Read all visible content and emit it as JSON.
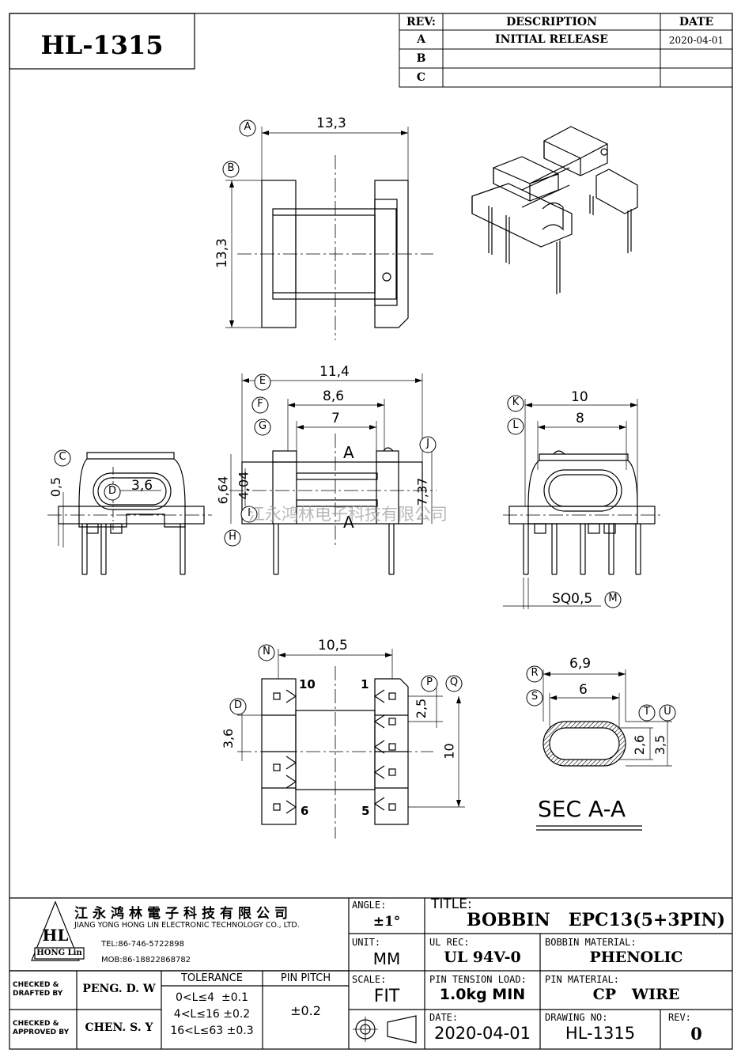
{
  "part_number": "HL-1315",
  "revision_table": {
    "headers": {
      "rev": "REV:",
      "description": "DESCRIPTION",
      "date": "DATE"
    },
    "rows": [
      {
        "rev": "A",
        "description": "INITIAL RELEASE",
        "date": "2020-04-01"
      },
      {
        "rev": "B",
        "description": "",
        "date": ""
      },
      {
        "rev": "C",
        "description": "",
        "date": ""
      }
    ]
  },
  "dimensions": {
    "top_width": "13,3",
    "top_height": "13,3",
    "front_e": "11,4",
    "front_f": "8,6",
    "front_g": "7",
    "front_h1": "6,64",
    "front_h2": "4,04",
    "front_h3": "7,37",
    "side_k": "10",
    "side_l": "8",
    "side_pin": "SQ0,5",
    "left_c": "0,5",
    "left_d": "3,6",
    "bottom_n": "10,5",
    "bottom_d": "3,6",
    "bottom_p": "2,5",
    "bottom_h": "10",
    "sec_r": "6,9",
    "sec_s": "6",
    "sec_t": "2,6",
    "sec_u": "3,5"
  },
  "callouts": [
    "A",
    "B",
    "C",
    "D",
    "E",
    "F",
    "G",
    "H",
    "I",
    "J",
    "K",
    "L",
    "M",
    "N",
    "P",
    "Q",
    "R",
    "S",
    "T",
    "U"
  ],
  "section_letter": "A",
  "section_title": "SEC A-A",
  "pin_numbers": {
    "top_left": "10",
    "top_right": "1",
    "bottom_left": "6",
    "bottom_right": "5"
  },
  "watermark": "江永鸿林电子科技有限公司",
  "title_block": {
    "company_cn": "江永鸿林電子科技有限公司",
    "company_en": "JIANG YONG HONG LIN ELECTRONIC TECHNOLOGY CO., LTD.",
    "logo_text": "HL",
    "logo_sub": "HONG Lin",
    "tel": "TEL:86-746-5722898",
    "mob": "MOB:86-18822868782",
    "angle_label": "ANGLE:",
    "angle_value": "±1°",
    "unit_label": "UNIT:",
    "unit_value": "MM",
    "scale_label": "SCALE:",
    "scale_value": "FIT",
    "title_label": "TITLE:",
    "title_value": "BOBBIN   EPC13(5+3PIN)",
    "ul_label": "UL REC:",
    "ul_value": "UL 94V-0",
    "bobbin_mat_label": "BOBBIN MATERIAL:",
    "bobbin_mat_value": "PHENOLIC",
    "tension_label": "PIN TENSION LOAD:",
    "tension_value": "1.0kg MIN",
    "pin_mat_label": "PIN MATERIAL:",
    "pin_mat_value": "CP   WIRE",
    "date_label": "DATE:",
    "date_value": "2020-04-01",
    "drawing_no_label": "DRAWING NO:",
    "drawing_no_value": "HL-1315",
    "rev_label": "REV:",
    "rev_value": "0",
    "checked_drafted_label": "CHECKED & DRAFTED BY",
    "checked_drafted_value": "PENG. D. W",
    "checked_approved_label": "CHECKED & APPROVED BY",
    "checked_approved_value": "CHEN. S. Y",
    "tolerance_label": "TOLERANCE",
    "tolerances": [
      "0<L≤4  ±0.1",
      "4<L≤16 ±0.2",
      "16<L≤63 ±0.3"
    ],
    "pin_pitch_label": "PIN PITCH",
    "pin_pitch_value": "±0.2"
  }
}
